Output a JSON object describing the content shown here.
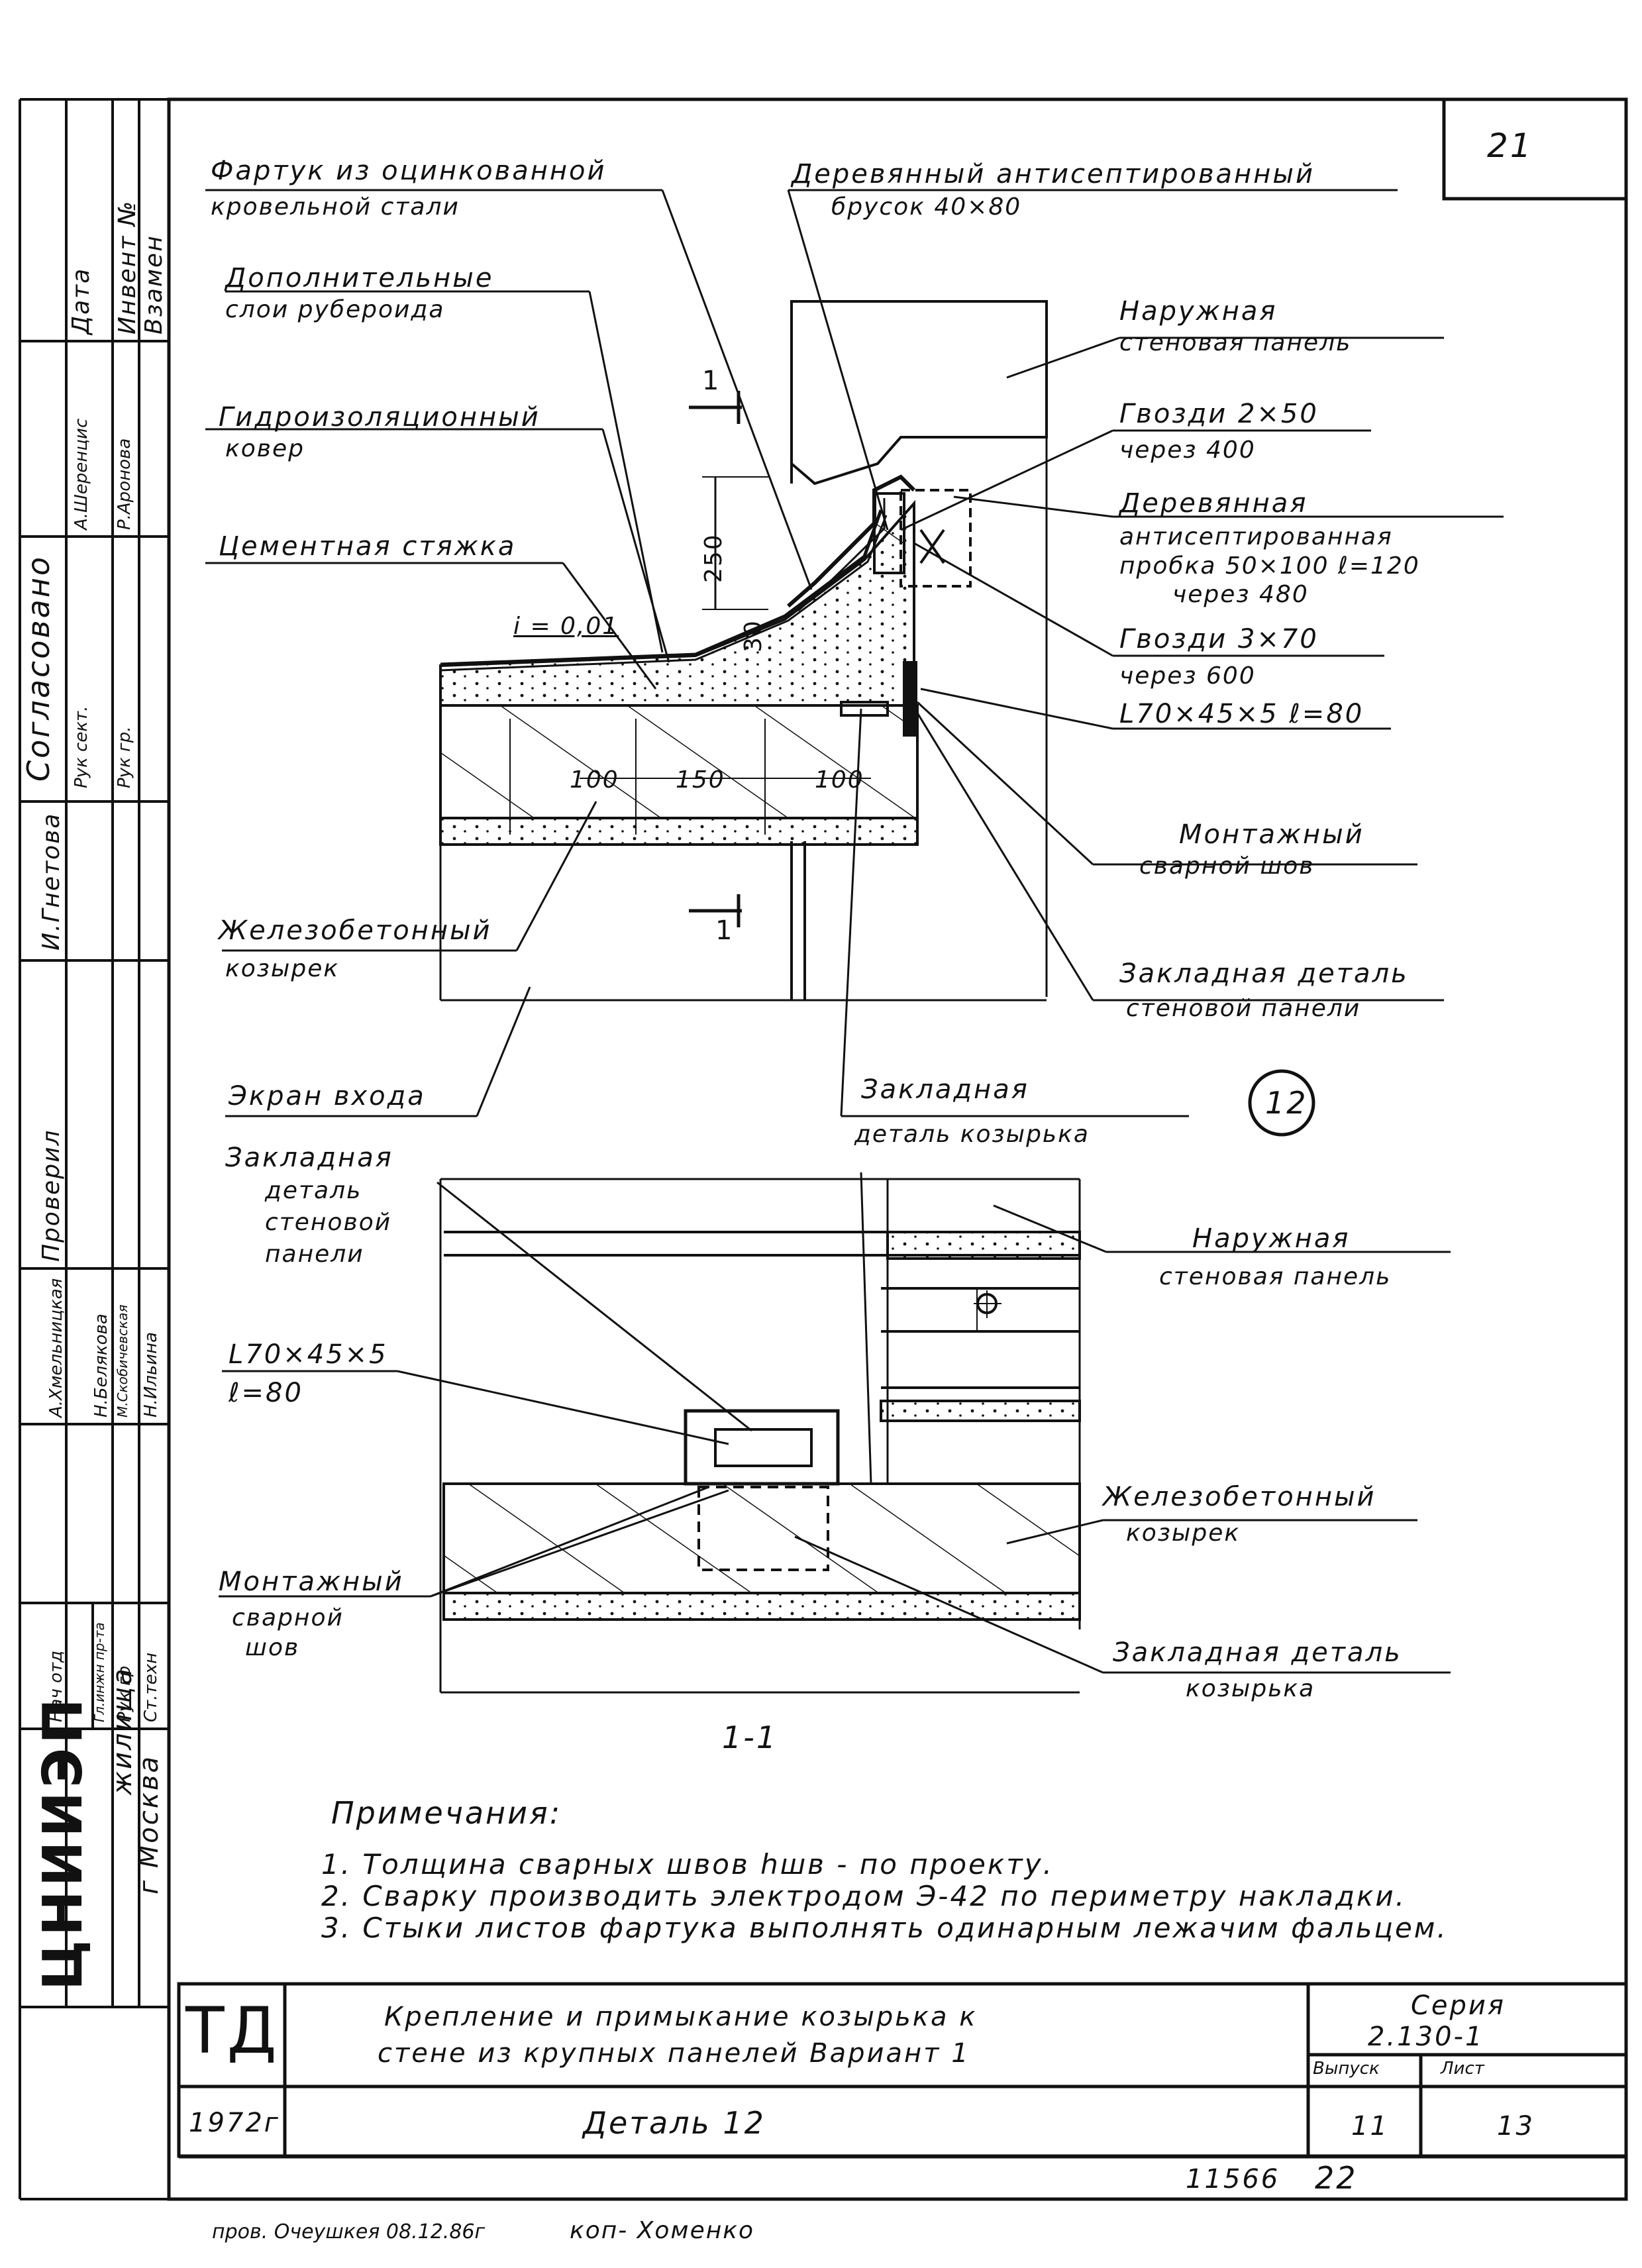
{
  "sheet_no": "21",
  "callouts": {
    "apron": [
      "Фартук из оцинкованной",
      "кровельной стали"
    ],
    "wood_bar": [
      "Деревянный антисептированный",
      "брусок 40×80"
    ],
    "extra_layers": [
      "Дополнительные",
      "слои рубероида"
    ],
    "outer_panel_top": [
      "Наружная",
      "стеновая панель"
    ],
    "waterproof": [
      "Гидроизоляционный",
      "ковер"
    ],
    "nails_2x50": [
      "Гвозди 2×50",
      "через 400"
    ],
    "cement": "Цементная стяжка",
    "plug": [
      "Деревянная",
      "антисептированная",
      "пробка 50×100 ℓ=120",
      "через 480"
    ],
    "nails_3x70": [
      "Гвозди 3×70",
      "через 600"
    ],
    "angle_top": "L70×45×5 ℓ=80",
    "weld_top": [
      "Монтажный",
      "сварной шов"
    ],
    "rc_canopy_top": [
      "Железобетонный",
      "козырек"
    ],
    "embed_panel_top": [
      "Закладная деталь",
      "стеновой панели"
    ],
    "screen": "Экран входа",
    "embed_canopy_top": [
      "Закладная",
      "деталь козырька"
    ],
    "embed_panel_bottom": [
      "Закладная",
      "деталь",
      "стеновой",
      "панели"
    ],
    "outer_panel_bottom": [
      "Наружная",
      "стеновая панель"
    ],
    "angle_bottom": [
      "L70×45×5",
      "ℓ=80"
    ],
    "rc_canopy_bottom": [
      "Железобетонный",
      "козырек"
    ],
    "weld_bottom": [
      "Монтажный",
      "сварной",
      "шов"
    ],
    "embed_canopy_bottom": [
      "Закладная деталь",
      "козырька"
    ]
  },
  "dims": {
    "d250": "250",
    "d30": "30",
    "slope": "i = 0,01",
    "d100a": "100",
    "d150": "150",
    "d100b": "100",
    "section_mark": "1",
    "section_mark2": "1"
  },
  "detail_no": "12",
  "section_title": "1-1",
  "notes": {
    "title": "Примечания:",
    "items": [
      "1. Толщина сварных швов hшв - по проекту.",
      "2. Сварку производить электродом Э-42 по периметру накладки.",
      "3. Стыки листов фартука выполнять одинарным лежачим фальцем."
    ]
  },
  "title_block": {
    "code": "ТД",
    "title_line1": "Крепление и примыкание козырька к",
    "title_line2": "стене из крупных панелей Вариант 1",
    "year": "1972г",
    "detail": "Деталь 12",
    "series_label": "Серия",
    "series_value": "2.130-1",
    "issue_label": "Выпуск",
    "issue_value": "11",
    "sheet_label": "Лист",
    "sheet_value": "13"
  },
  "side_strip": {
    "date": "Дата",
    "inv": "Инвент №",
    "replace": "Взамен",
    "agreed": "Согласовано",
    "sign1": "А.Шеренцис",
    "sign2": "Р.Аронова",
    "role1": "Рук сект.",
    "role2": "Рук гр.",
    "name1": "И.Гнетова",
    "checked": "Проверил",
    "staff": [
      "А.Хмельницкая",
      "Н.Белякова",
      "М.Скобичевская",
      "Н.Ильина"
    ],
    "roles": [
      "Нач отд",
      "Гл.инжн пр-та",
      "Рук гр",
      "Ст.техн"
    ],
    "org_name": "ЦНИИЭП",
    "org_sub": "жилища",
    "org_city": "г Москва"
  },
  "footer": {
    "num": "11566",
    "page": "22",
    "prov": "пров. Очеушкея 08.12.86г",
    "kop": "коп- Хоменко"
  }
}
